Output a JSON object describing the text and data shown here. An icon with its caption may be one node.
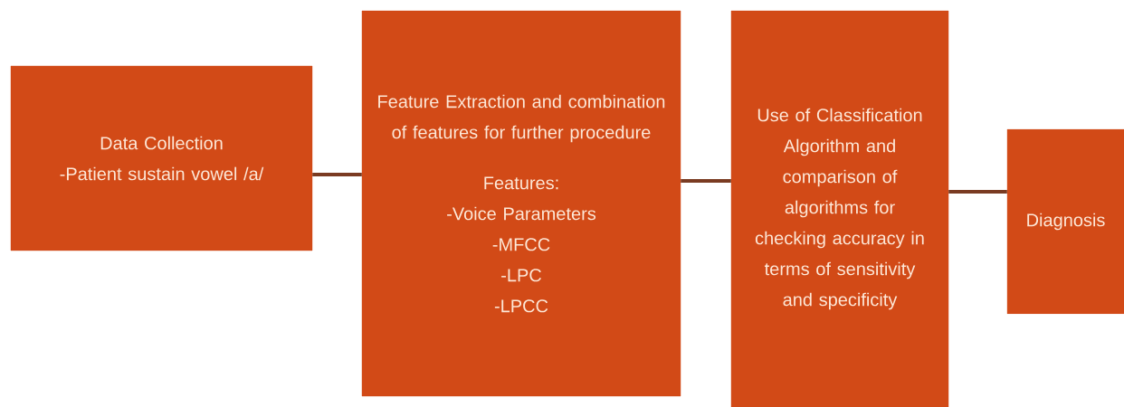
{
  "diagram": {
    "nodes": [
      {
        "text": [
          "Data Collection",
          "-Patient sustain vowel /a/"
        ]
      },
      {
        "text": [
          "Feature Extraction and combination of features for further procedure",
          "Features:",
          "-Voice Parameters",
          "-MFCC",
          "-LPC",
          "-LPCC"
        ]
      },
      {
        "text": [
          "Use of Classification Algorithm and comparison of algorithms for checking accuracy in terms of sensitivity and specificity"
        ]
      },
      {
        "text": [
          "Diagnosis"
        ]
      }
    ],
    "edges": [
      {
        "from": 0,
        "to": 1,
        "arrow": "none"
      },
      {
        "from": 1,
        "to": 2,
        "arrow": "none"
      },
      {
        "from": 2,
        "to": 3,
        "arrow": "none"
      }
    ]
  }
}
